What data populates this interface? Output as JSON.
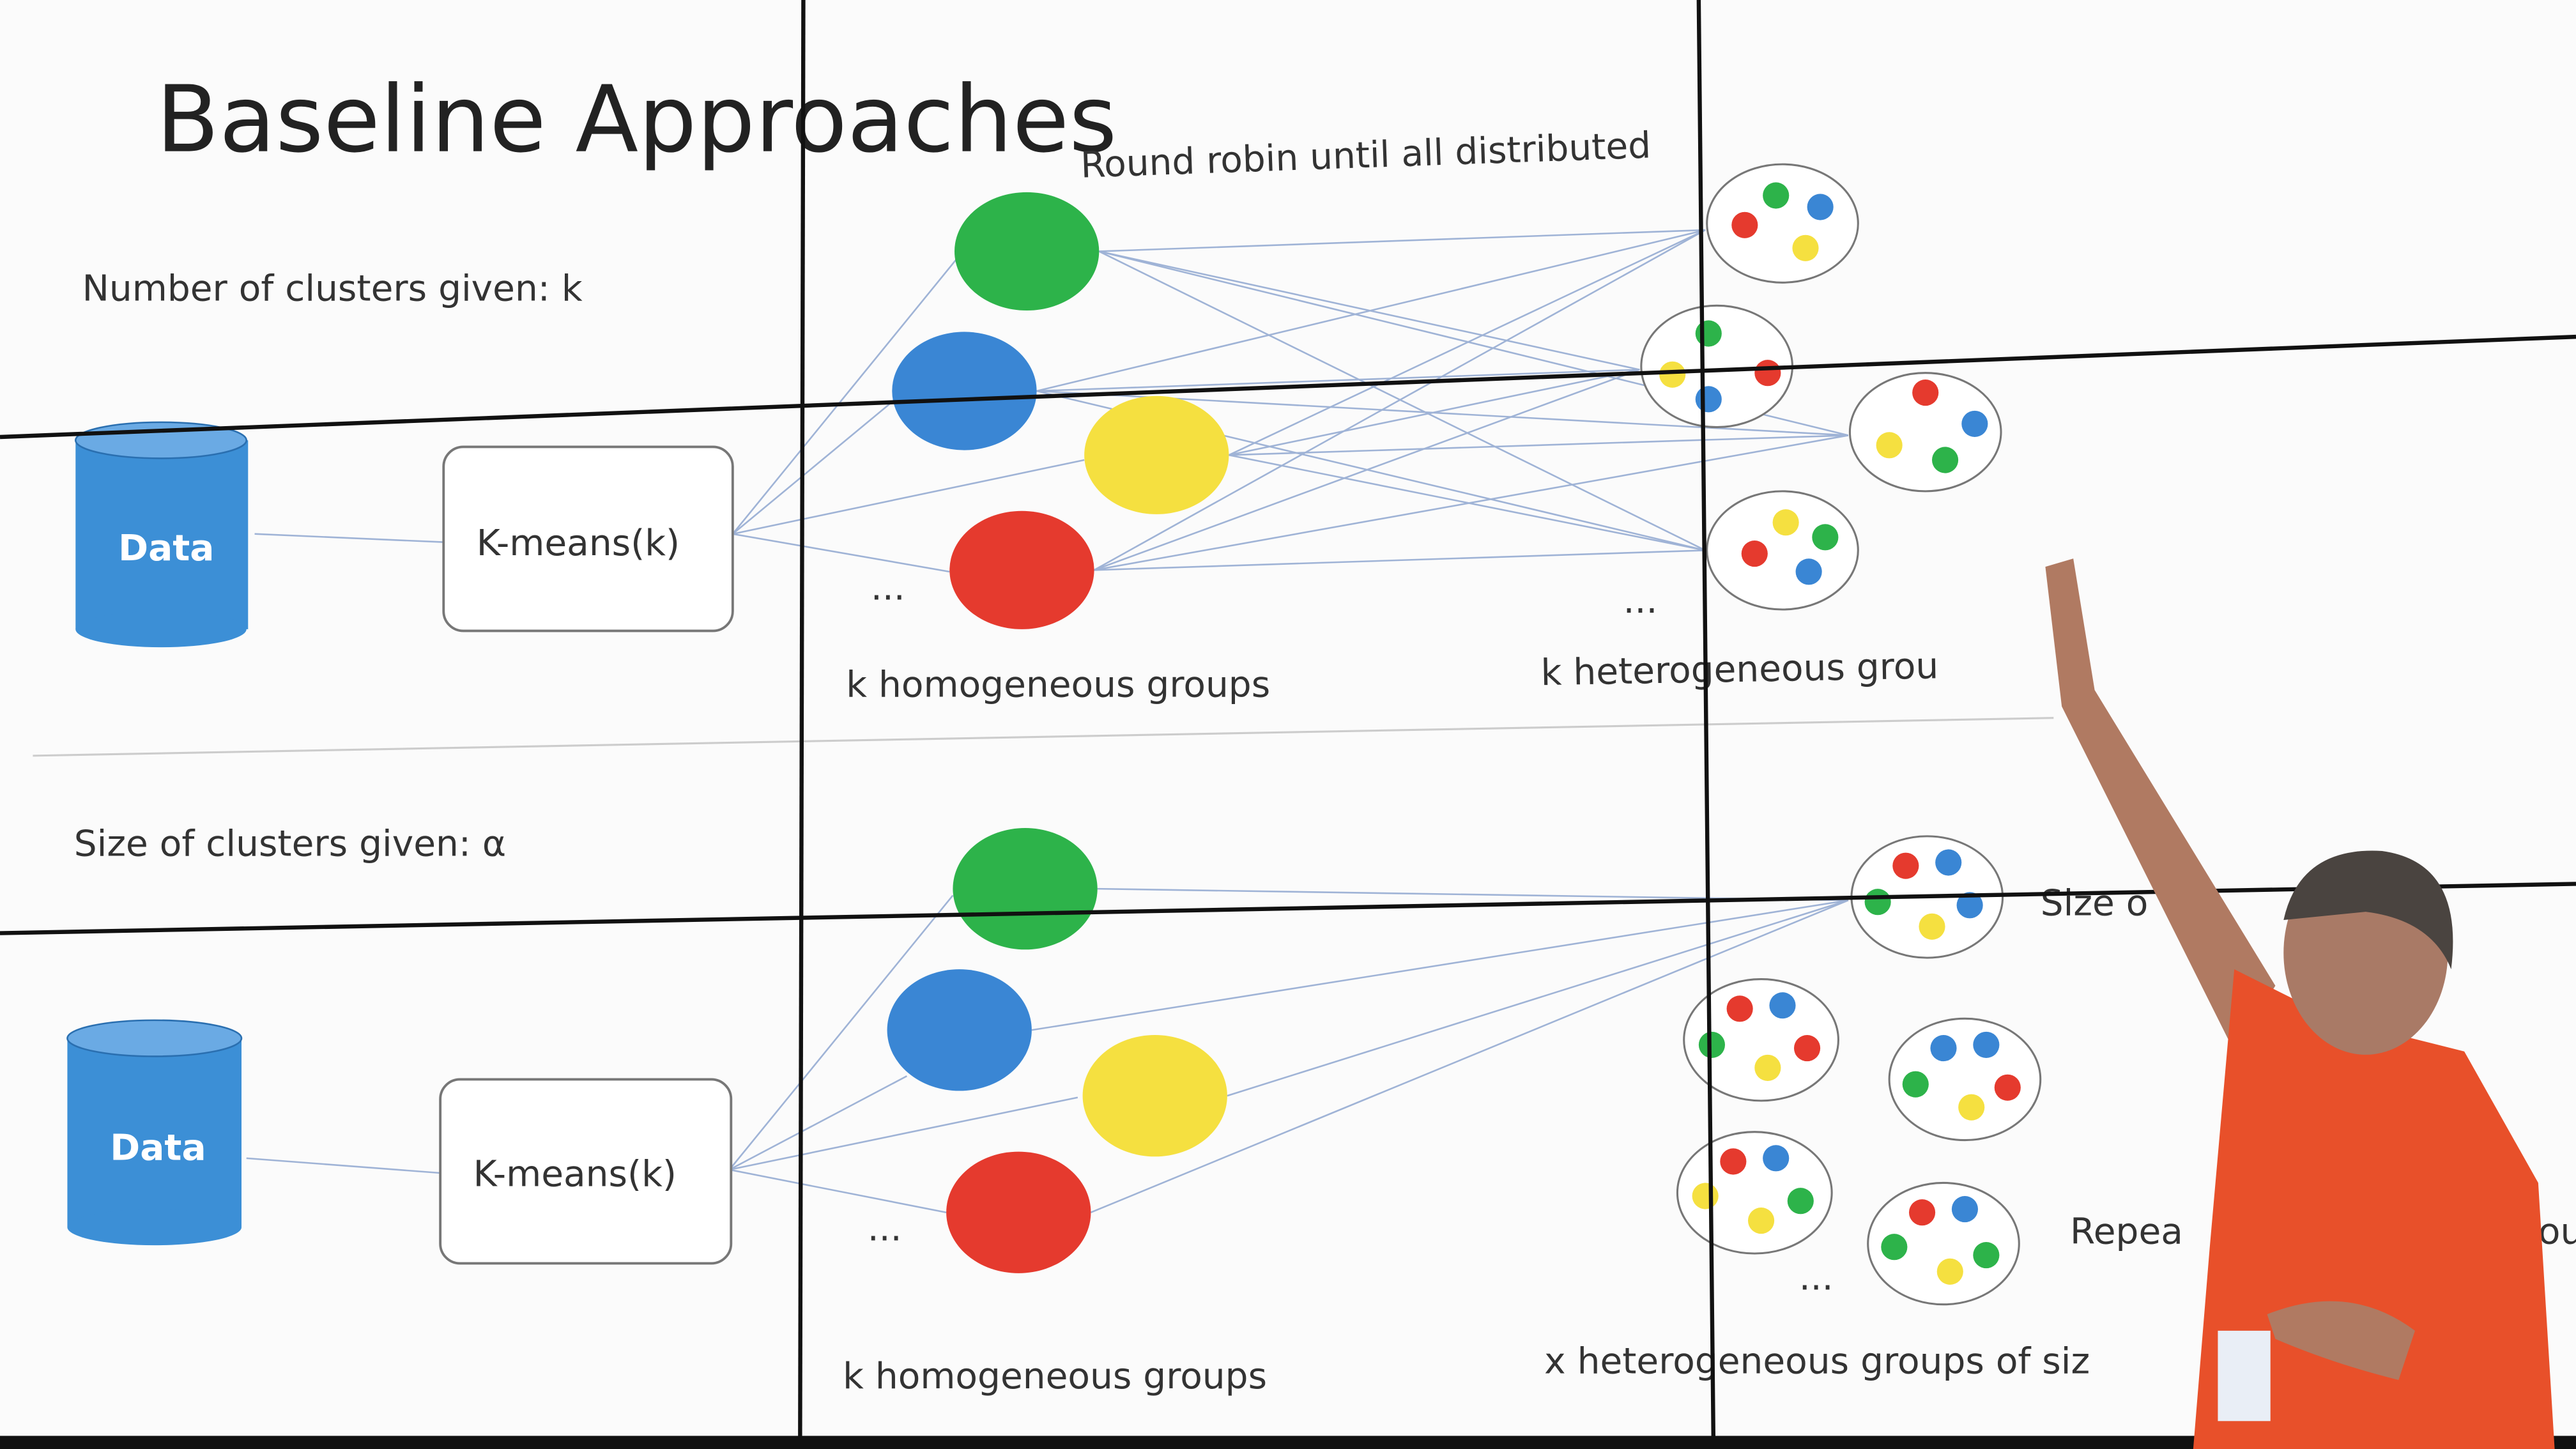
{
  "slide": {
    "title": "Baseline Approaches",
    "colors": {
      "green": "#2db34a",
      "blue": "#3a86d4",
      "yellow": "#f5e040",
      "red": "#e53a2e",
      "data": "#3c8fd6",
      "shirt": "#e8502a"
    },
    "top": {
      "heading": "Number of clusters given: k",
      "data_label": "Data",
      "kmeans_label": "K-means(k)",
      "round_robin": "Round robin until all distributed",
      "ellipsis_left": "...",
      "ellipsis_right": "...",
      "homogeneous_label": "k homogeneous groups",
      "heterogeneous_label": "k heterogeneous grou"
    },
    "bottom": {
      "heading": "Size of clusters given: α",
      "data_label": "Data",
      "kmeans_label": "K-means(k)",
      "ellipsis_left": "...",
      "ellipsis_right": "...",
      "homogeneous_label": "k homogeneous groups",
      "heterogeneous_label": "x heterogeneous groups of siz",
      "size_note": "Size o",
      "repeat_note": "Repea",
      "repeat_note_tail": "ou"
    }
  }
}
